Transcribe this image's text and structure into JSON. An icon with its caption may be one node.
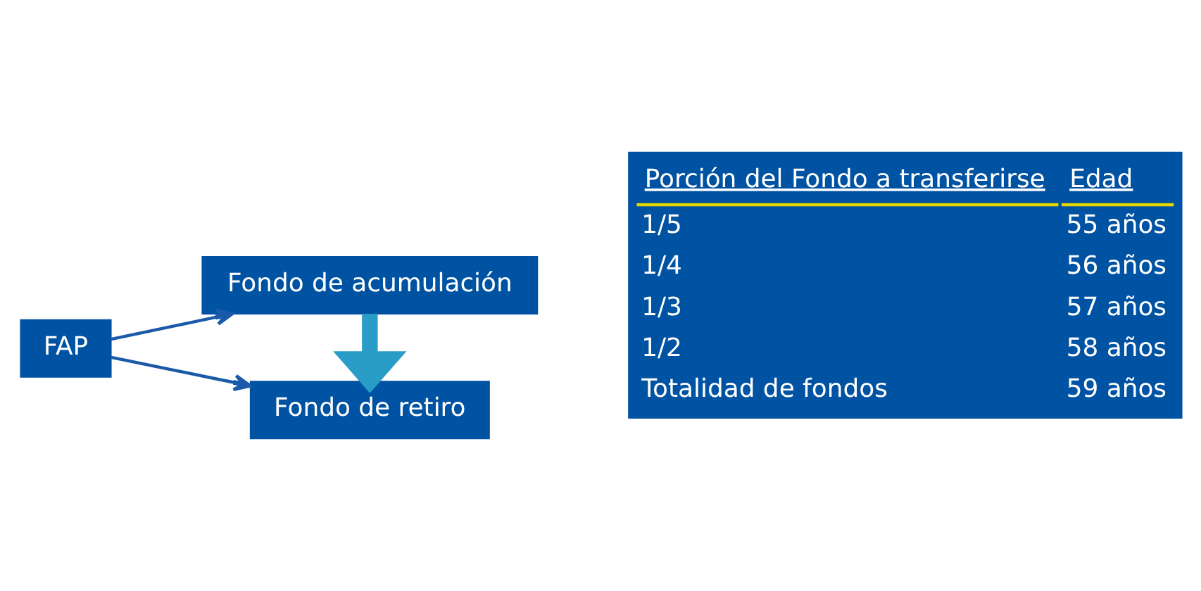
{
  "diagram": {
    "nodes": [
      {
        "text": [
          "FAP"
        ]
      },
      {
        "text": [
          "Fondo de acumulación"
        ]
      },
      {
        "text": [
          "Fondo de retiro"
        ]
      },
      {
        "text": [
          "Porción del Fondo a transferirse",
          "Edad",
          "1/5",
          "55 años",
          "1/4",
          "56 años",
          "1/3",
          "57 años",
          "1/2",
          "58 años",
          "Totalidad de fondos",
          "59 años"
        ]
      }
    ],
    "edges": [
      {
        "from": 0,
        "to": 1,
        "arrow": "to"
      },
      {
        "from": 0,
        "to": 2,
        "arrow": "to"
      },
      {
        "from": 1,
        "to": 2,
        "arrow": "to",
        "style": "thick",
        "color": "#2a9cc8"
      }
    ]
  }
}
